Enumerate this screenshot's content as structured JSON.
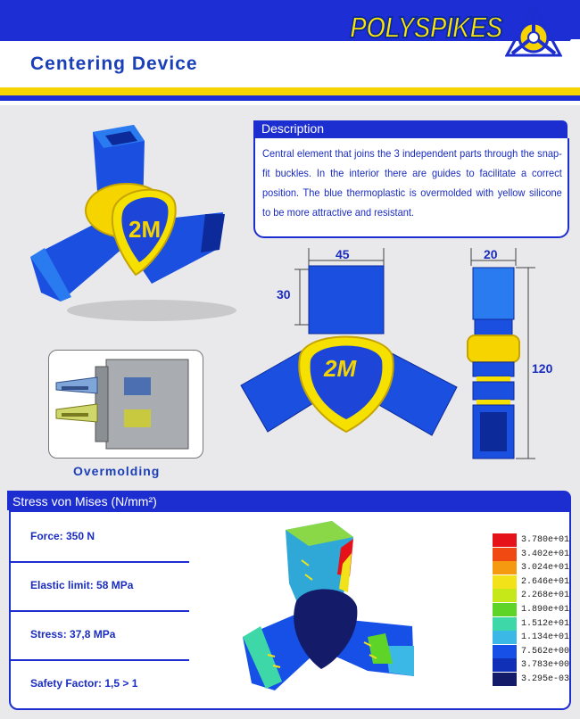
{
  "header": {
    "title": "Centering Device",
    "brand": "POLYSPIKES"
  },
  "description": {
    "heading": "Description",
    "text": "Central element that joins the 3 independent parts through the snap-fit buckles. In the interior there are guides to facilitate a correct position. The blue thermoplastic is overmolded with yellow silicone to be more attractive and resistant."
  },
  "product_mark": "2M",
  "dimensions": {
    "width": "45",
    "arm": "30",
    "thickness": "20",
    "height": "120"
  },
  "overmolding": {
    "label": "Overmolding"
  },
  "stress": {
    "heading": "Stress von Mises (N/mm²)",
    "rows": [
      "Force: 350 N",
      "Elastic limit: 58 MPa",
      "Stress: 37,8 MPa",
      "Safety Factor: 1,5 > 1"
    ],
    "legend": [
      {
        "label": "3.780e+01",
        "color": "#e5121a"
      },
      {
        "label": "3.402e+01",
        "color": "#f04a12"
      },
      {
        "label": "3.024e+01",
        "color": "#f59a10"
      },
      {
        "label": "2.646e+01",
        "color": "#f2e21a"
      },
      {
        "label": "2.268e+01",
        "color": "#c6e818"
      },
      {
        "label": "1.890e+01",
        "color": "#5ed428"
      },
      {
        "label": "1.512e+01",
        "color": "#3ed8a8"
      },
      {
        "label": "1.134e+01",
        "color": "#3cb8e6"
      },
      {
        "label": "7.562e+00",
        "color": "#1650e6"
      },
      {
        "label": "3.783e+00",
        "color": "#1030b8"
      },
      {
        "label": "3.295e-03",
        "color": "#141c6a"
      }
    ]
  },
  "colors": {
    "brand_blue": "#1d2ed0",
    "brand_yellow": "#f5d400"
  }
}
